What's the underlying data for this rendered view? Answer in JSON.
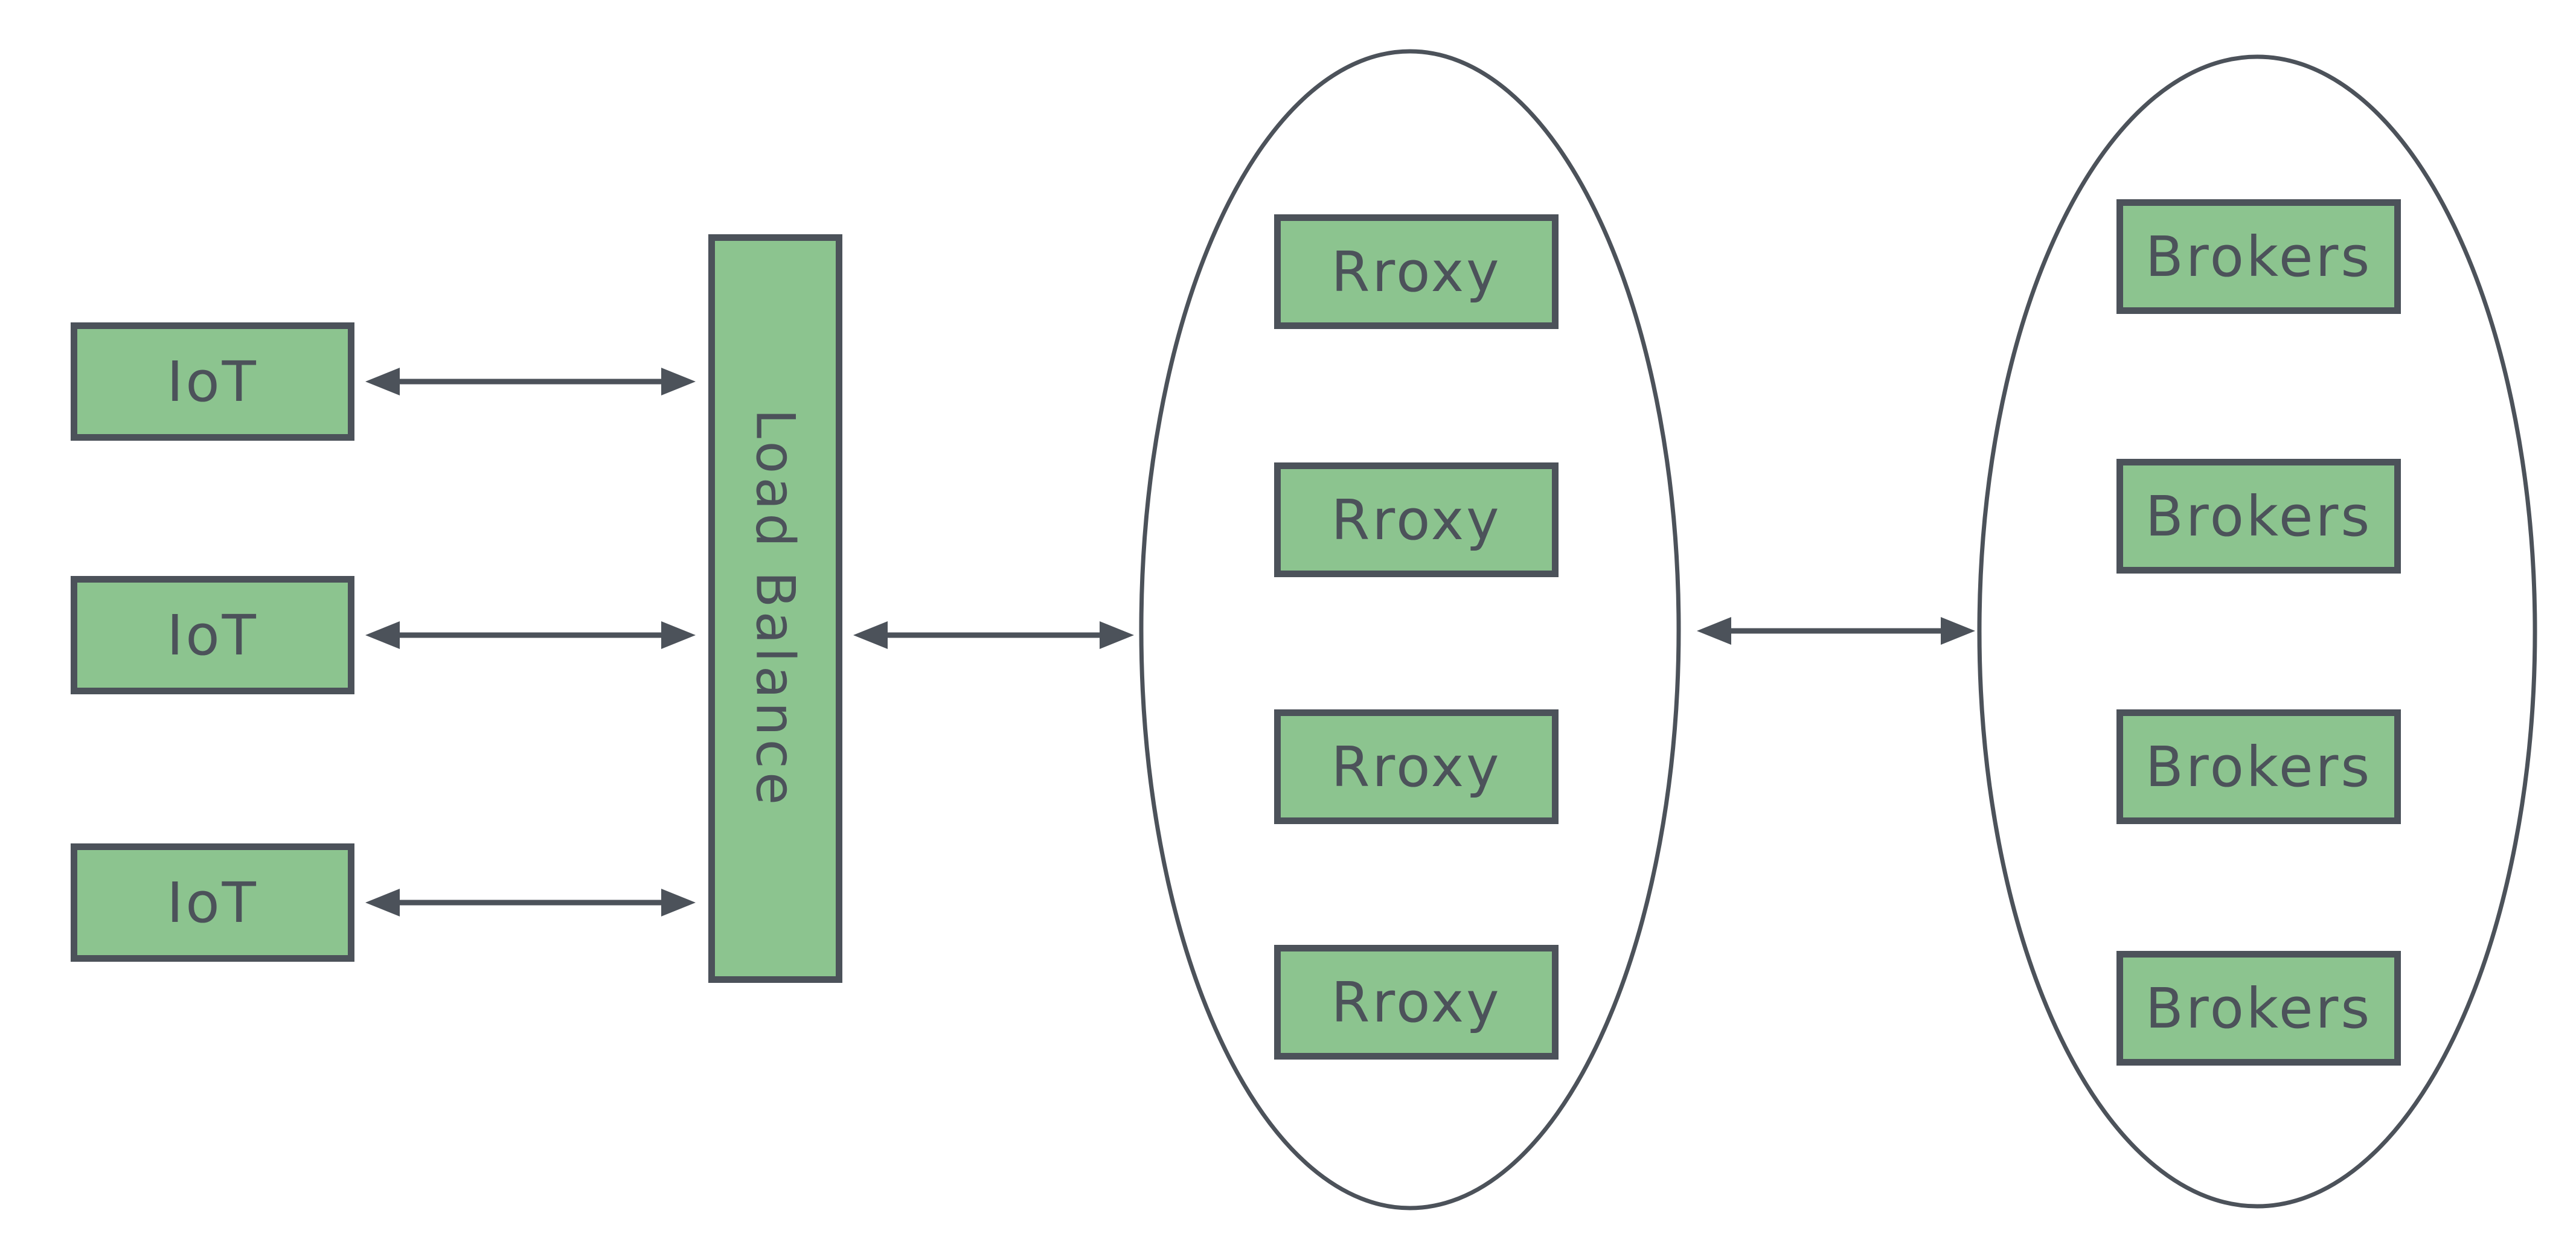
{
  "diagram": {
    "colors": {
      "node_fill": "#8cc48f",
      "node_stroke": "#4c525a",
      "text": "#4c525a",
      "background": "#ffffff"
    },
    "iot_nodes": [
      {
        "label": "IoT"
      },
      {
        "label": "IoT"
      },
      {
        "label": "IoT"
      }
    ],
    "load_balancer": {
      "label": "Load Balance"
    },
    "proxy_cluster": {
      "nodes": [
        {
          "label": "Rroxy"
        },
        {
          "label": "Rroxy"
        },
        {
          "label": "Rroxy"
        },
        {
          "label": "Rroxy"
        }
      ]
    },
    "broker_cluster": {
      "nodes": [
        {
          "label": "Brokers"
        },
        {
          "label": "Brokers"
        },
        {
          "label": "Brokers"
        },
        {
          "label": "Brokers"
        }
      ]
    },
    "connections": [
      {
        "from": "IoT 1",
        "to": "Load Balance",
        "bidirectional": true
      },
      {
        "from": "IoT 2",
        "to": "Load Balance",
        "bidirectional": true
      },
      {
        "from": "IoT 3",
        "to": "Load Balance",
        "bidirectional": true
      },
      {
        "from": "Load Balance",
        "to": "Proxy cluster",
        "bidirectional": true
      },
      {
        "from": "Proxy cluster",
        "to": "Broker cluster",
        "bidirectional": true
      }
    ]
  }
}
